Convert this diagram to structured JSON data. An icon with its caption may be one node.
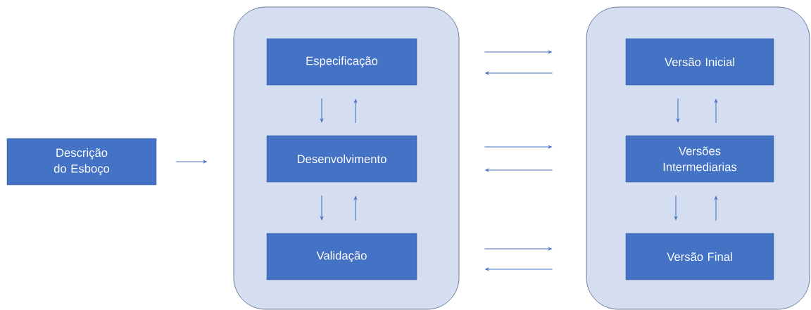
{
  "diagram": {
    "nodes": [
      {
        "text": [
          "Descrição do Esboço"
        ]
      },
      {
        "text": [],
        "shape": "box"
      },
      {
        "text": [
          "Especificação"
        ],
        "in": 1
      },
      {
        "text": [
          "Desenvolvimento"
        ],
        "in": 1
      },
      {
        "text": [
          "Validação"
        ],
        "in": 1
      },
      {
        "text": [],
        "shape": "box"
      },
      {
        "text": [
          "Versão Inicial"
        ],
        "in": 5
      },
      {
        "text": [
          "Versões Intermediarias"
        ],
        "in": 5
      },
      {
        "text": [
          "Versão Final"
        ],
        "in": 5
      }
    ],
    "edges": [
      {
        "from": 0,
        "to": 1,
        "arrow": "to"
      },
      {
        "from": 1,
        "to": 5,
        "arrow": "to"
      },
      {
        "from": 5,
        "to": 1,
        "arrow": "to"
      },
      {
        "from": 1,
        "to": 5,
        "arrow": "to"
      },
      {
        "from": 5,
        "to": 1,
        "arrow": "to"
      },
      {
        "from": 1,
        "to": 5,
        "arrow": "to"
      },
      {
        "from": 5,
        "to": 1,
        "arrow": "to"
      },
      {
        "from": 2,
        "to": 3,
        "arrow": "to"
      },
      {
        "from": 3,
        "to": 2,
        "arrow": "to"
      },
      {
        "from": 3,
        "to": 4,
        "arrow": "to"
      },
      {
        "from": 4,
        "to": 3,
        "arrow": "to"
      },
      {
        "from": 6,
        "to": 7,
        "arrow": "to"
      },
      {
        "from": 7,
        "to": 6,
        "arrow": "to"
      },
      {
        "from": 7,
        "to": 8,
        "arrow": "to"
      },
      {
        "from": 8,
        "to": 7,
        "arrow": "to"
      }
    ]
  }
}
